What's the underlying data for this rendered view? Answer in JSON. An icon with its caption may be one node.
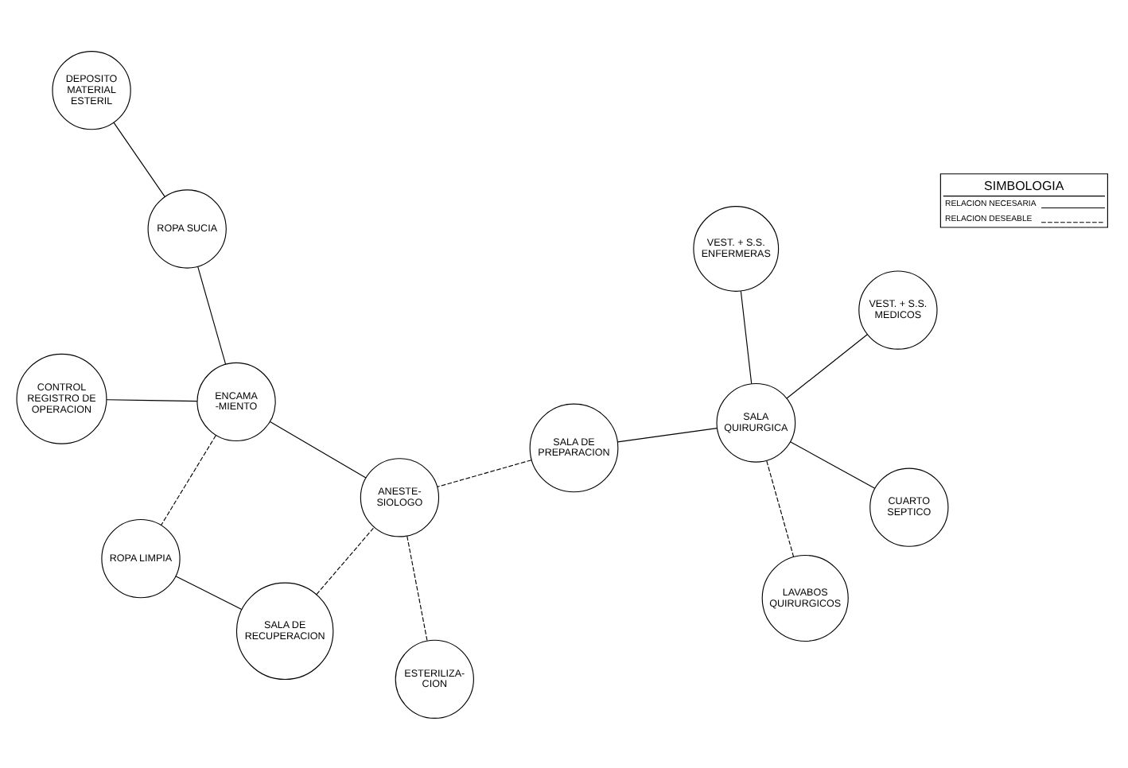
{
  "diagram": {
    "nodes": [
      {
        "text": [
          "CONTROL REGISTRO DE OPERACION"
        ]
      },
      {
        "text": [
          "ROPA SUCIA"
        ]
      },
      {
        "text": [
          "ROPA LIMPIA"
        ]
      },
      {
        "text": [
          "SALA DE RECUPERACION"
        ]
      },
      {
        "text": [
          "DEPOSITO MATERIAL ESTERIL"
        ]
      },
      {
        "text": [
          "ENCAMA -MIENTO"
        ]
      },
      {
        "text": [
          "ANESTE- SIOLOGO"
        ]
      },
      {
        "text": [
          "SALA QUIRURGICA"
        ]
      },
      {
        "text": [
          "SALA DE PREPARACION"
        ]
      },
      {
        "text": [
          "LAVABOS QUIRURGICOS"
        ]
      },
      {
        "text": [
          "ESTERILIZA- CION"
        ]
      },
      {
        "text": [
          "VEST. + S.S. ENFERMERAS"
        ]
      },
      {
        "text": [
          "CUARTO SEPTICO"
        ]
      },
      {
        "text": [
          "VEST. + S.S. MEDICOS"
        ]
      }
    ],
    "edges": [
      {
        "from": 1,
        "to": 4,
        "arrow": "none"
      },
      {
        "from": 0,
        "to": 5,
        "arrow": "none"
      },
      {
        "from": 1,
        "to": 5,
        "arrow": "none"
      },
      {
        "from": 5,
        "to": 2,
        "arrow": "none",
        "style": "dashed"
      },
      {
        "from": 2,
        "to": 3,
        "arrow": "none"
      },
      {
        "from": 5,
        "to": 6,
        "arrow": "none"
      },
      {
        "from": 3,
        "to": 6,
        "arrow": "none",
        "style": "dashed"
      },
      {
        "from": 7,
        "to": 8,
        "arrow": "none"
      },
      {
        "from": 8,
        "to": 6,
        "arrow": "none",
        "style": "dashed"
      },
      {
        "from": 6,
        "to": 10,
        "arrow": "none",
        "style": "dashed"
      },
      {
        "from": 7,
        "to": 9,
        "arrow": "none",
        "style": "dashed"
      },
      {
        "from": 7,
        "to": 12,
        "arrow": "none"
      },
      {
        "from": 7,
        "to": 13,
        "arrow": "none"
      },
      {
        "from": 7,
        "to": 11,
        "arrow": "none"
      }
    ],
    "labels": [
      "SIMBOLOGIA"
    ],
    "legend": [
      {
        "text": "RELACION NECESARIA"
      },
      {
        "text": "RELACION DESEABLE"
      }
    ]
  }
}
